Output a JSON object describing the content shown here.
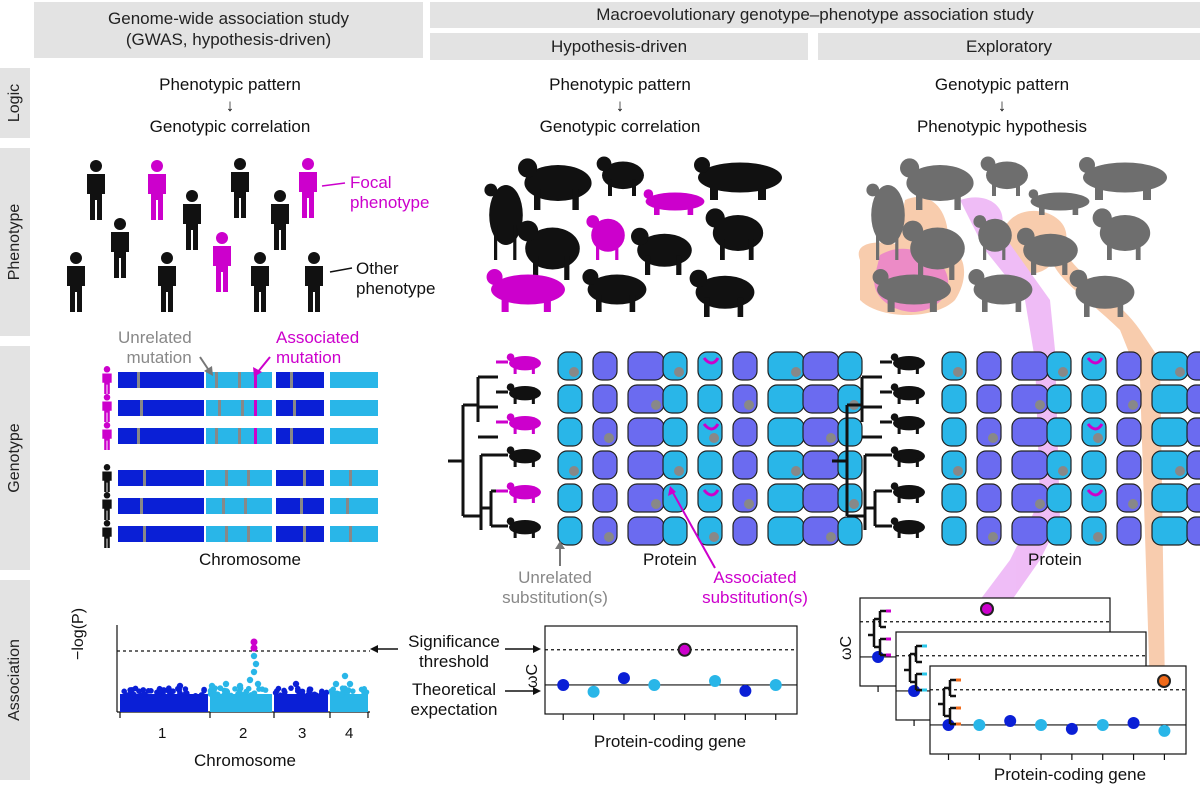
{
  "headers": {
    "gwas": "Genome-wide association study\n(GWAS, hypothesis-driven)",
    "macro": "Macroevolutionary genotype–phenotype association study",
    "hyp": "Hypothesis-driven",
    "expl": "Exploratory"
  },
  "rows": {
    "logic": "Logic",
    "phenotype": "Phenotype",
    "genotype": "Genotype",
    "association": "Association"
  },
  "logic": {
    "col1_top": "Phenotypic pattern",
    "col1_bottom": "Genotypic correlation",
    "col2_top": "Phenotypic pattern",
    "col2_bottom": "Genotypic correlation",
    "col3_top": "Genotypic pattern",
    "col3_bottom": "Phenotypic hypothesis",
    "arrow": "↓"
  },
  "phenotype": {
    "focal": "Focal\nphenotype",
    "other": "Other\nphenotype"
  },
  "genotype": {
    "unrelated_mutation": "Unrelated\nmutation",
    "associated_mutation": "Associated\nmutation",
    "chromosome": "Chromosome",
    "protein": "Protein",
    "protein2": "Protein",
    "unrelated_sub": "Unrelated\nsubstitution(s)",
    "associated_sub": "Associated\nsubstitution(s)"
  },
  "association": {
    "ylabel_gwas": "−log(P)",
    "chrom_ticks": [
      "1",
      "2",
      "3",
      "4"
    ],
    "chromosome": "Chromosome",
    "significance": "Significance\nthreshold",
    "theoretical": "Theoretical\nexpectation",
    "omega": "ωC",
    "protein_gene": "Protein-coding gene",
    "protein_gene2": "Protein-coding gene"
  },
  "colors": {
    "magenta": "#cc00cc",
    "dark_blue": "#0a1fd6",
    "light_blue": "#29b6e8",
    "gray": "#777777",
    "orange": "#f3a36b",
    "header": "#e3e3e3"
  },
  "chart_data": [
    {
      "type": "scatter",
      "title": "",
      "xlabel": "Chromosome",
      "ylabel": "−log(P)",
      "categories": [
        "1",
        "2",
        "3",
        "4"
      ],
      "threshold_line": "Significance threshold",
      "highlight": {
        "chromosome": "2",
        "color": "magenta",
        "points": 2
      }
    },
    {
      "type": "scatter",
      "xlabel": "Protein-coding gene",
      "ylabel": "ωC",
      "series": [
        {
          "values": [
            0.0,
            -0.35,
            0.35,
            0.0,
            1.8,
            0.2,
            -0.3,
            0.0
          ]
        }
      ]
    }
  ]
}
